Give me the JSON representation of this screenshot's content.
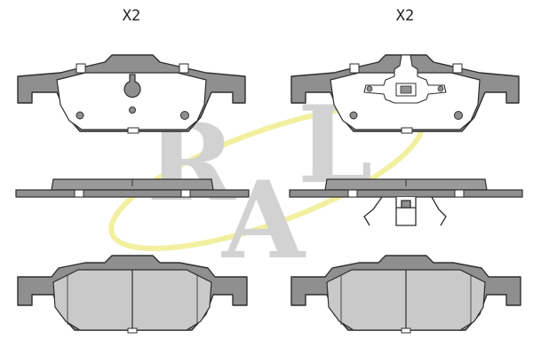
{
  "quantity_labels": {
    "left": "X2",
    "right": "X2"
  },
  "watermark": {
    "text": "R L A",
    "letters": [
      "R",
      "L",
      "A"
    ]
  },
  "colors": {
    "pad_fill": "#8f8f8f",
    "pad_face": "#ffffff",
    "friction_fill": "#c9c9c9",
    "outline": "#2e2e2e",
    "watermark_letters": "#cfcfcf",
    "watermark_ring": "#f1f0a0"
  },
  "icons": {
    "wear_sensor_clip": "spring-clip-icon",
    "anti_rattle_spring": "spring-icon"
  }
}
